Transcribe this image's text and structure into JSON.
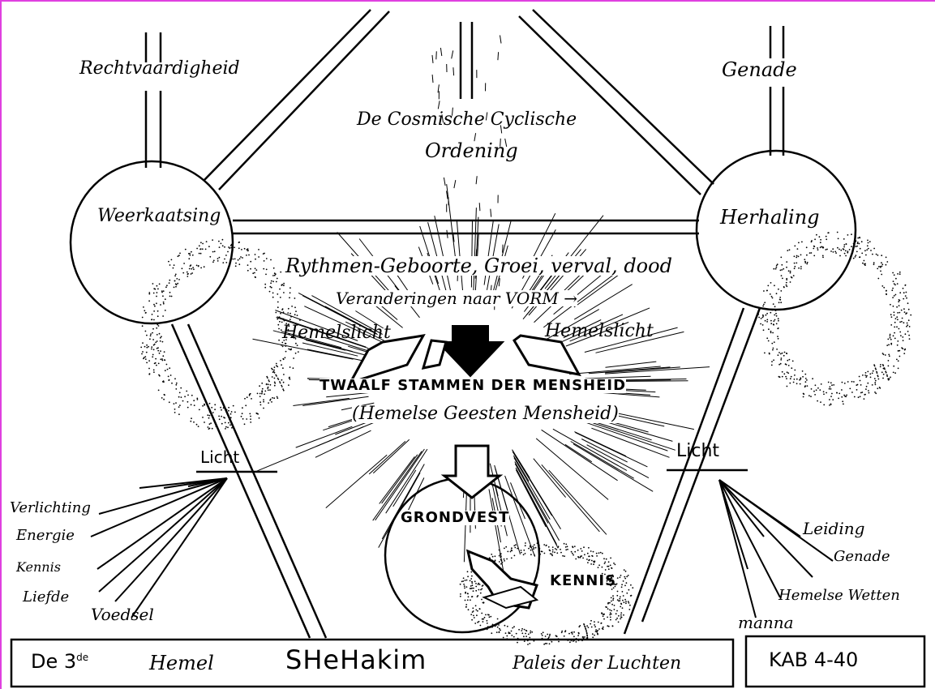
{
  "diagram": {
    "corners": {
      "top_left": "Rechtvaardigheid",
      "top_right": "Genade"
    },
    "center_title": {
      "line1": "De Cosmische Cyclische",
      "line2": "Ordening"
    },
    "circles": {
      "left": "Weerkaatsing",
      "right": "Herhaling"
    },
    "rhythm_line": "Rythmen-Geboorte, Groei, verval, dood",
    "change_line": "Veranderingen naar VORM →",
    "heaven_light_left": "Hemelslicht",
    "heaven_light_right": "Hemelslicht",
    "tribes": {
      "line1": "TWAALF STAMMEN DER MENSHEID",
      "line2": "(Hemelse Geesten Mensheid)"
    },
    "foundation": "GRONDVEST",
    "knowledge": "KENNIS",
    "light_left": {
      "label": "Licht",
      "rays": [
        "Verlichting",
        "Energie",
        "Kennis",
        "Liefde",
        "Voedsel"
      ]
    },
    "light_right": {
      "label": "Licht",
      "rays": [
        "Leiding",
        "Genade",
        "Hemelse Wetten",
        "manna"
      ]
    }
  },
  "footer": {
    "left_a": "De 3",
    "left_sup": "de",
    "left_b": "Hemel",
    "title": "SHeHakim",
    "subtitle": "Paleis der Luchten",
    "code": "KAB 4-40"
  },
  "colors": {
    "ink": "#000000",
    "paper": "#ffffff",
    "frame": "#e040e0"
  }
}
